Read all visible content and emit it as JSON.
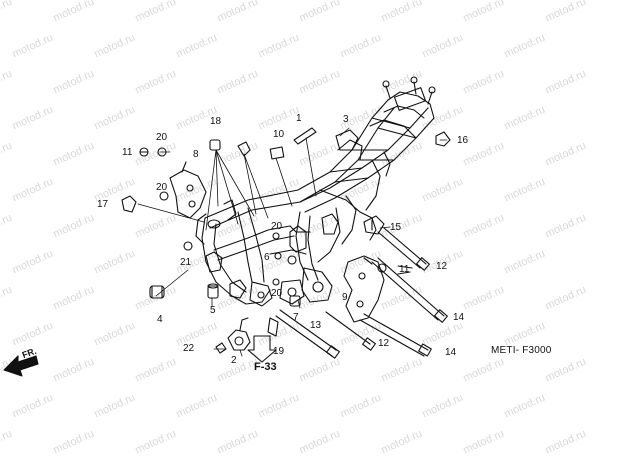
{
  "watermark": "motod.ru",
  "diagram_code": "METI- F3000",
  "reference": "F-33",
  "direction_label": "FR.",
  "callouts": [
    "1",
    "2",
    "3",
    "4",
    "5",
    "6",
    "7",
    "8",
    "9",
    "10",
    "11",
    "11",
    "12",
    "12",
    "13",
    "14",
    "14",
    "15",
    "16",
    "17",
    "18",
    "19",
    "20",
    "20",
    "20",
    "20",
    "21",
    "22"
  ]
}
